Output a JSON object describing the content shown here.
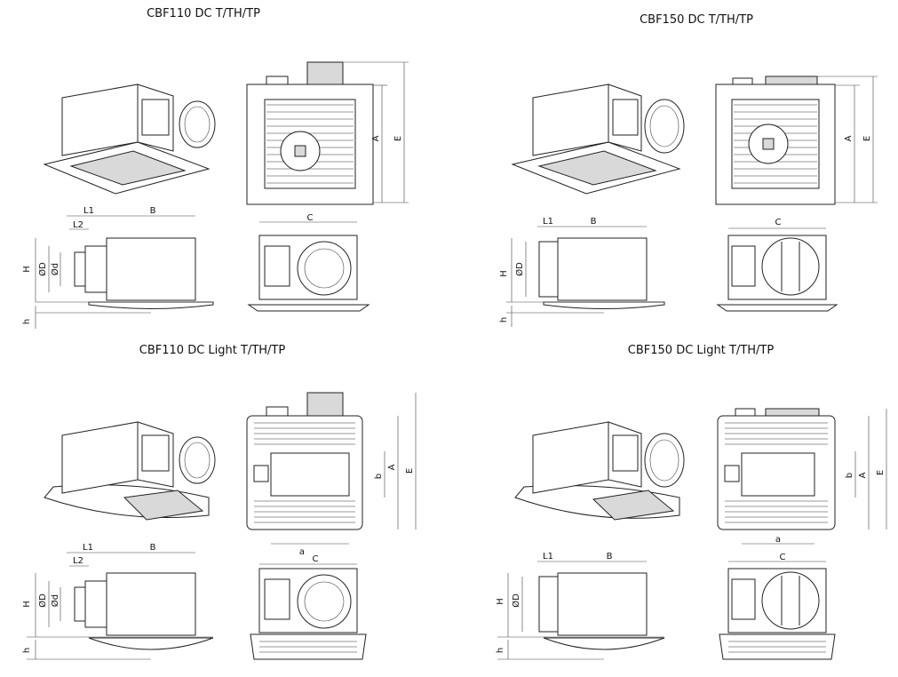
{
  "panels": [
    {
      "title": "CBF110 DC T/TH/TP",
      "variant": "standard",
      "labels": {
        "L1": "L1",
        "L2": "L2",
        "B": "B",
        "H": "H",
        "OD": "ØD",
        "Od": "Ød",
        "h": "h",
        "C": "C",
        "A": "A",
        "E": "E"
      }
    },
    {
      "title": "CBF150 DC T/TH/TP",
      "variant": "standard",
      "labels": {
        "L1": "L1",
        "B": "B",
        "H": "H",
        "OD": "ØD",
        "h": "h",
        "C": "C",
        "A": "A",
        "E": "E"
      }
    },
    {
      "title": "CBF110 DC Light T/TH/TP",
      "variant": "light",
      "labels": {
        "L1": "L1",
        "L2": "L2",
        "B": "B",
        "H": "H",
        "OD": "ØD",
        "Od": "Ød",
        "h": "h",
        "C": "C",
        "A": "A",
        "E": "E",
        "a": "a",
        "b": "b"
      }
    },
    {
      "title": "CBF150 DC Light T/TH/TP",
      "variant": "light",
      "labels": {
        "L1": "L1",
        "B": "B",
        "H": "H",
        "OD": "ØD",
        "h": "h",
        "C": "C",
        "A": "A",
        "E": "E",
        "a": "a",
        "b": "b"
      }
    }
  ],
  "colors": {
    "line": "#222222",
    "fill": "#ffffff",
    "shade": "#d9d9d9"
  }
}
